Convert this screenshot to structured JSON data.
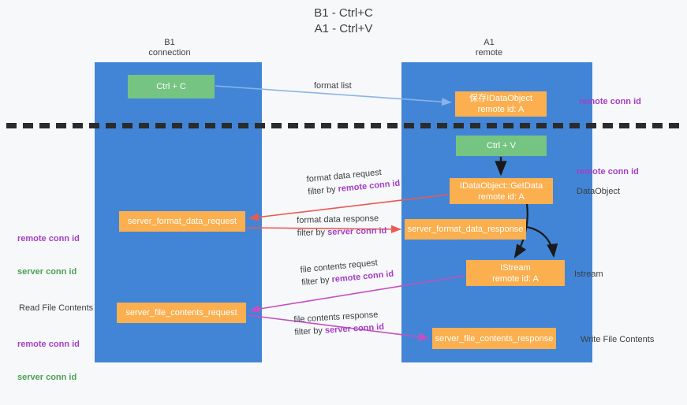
{
  "title": "B1 - Ctrl+C\nA1 - Ctrl+V",
  "columns": {
    "left": {
      "header": "B1\nconnection"
    },
    "right": {
      "header": "A1\nremote"
    }
  },
  "boxes": {
    "ctrl_c": {
      "line1": "Ctrl + C",
      "line2": "",
      "color": "#75c482"
    },
    "save_idataobject": {
      "line1": "保存IDataObject",
      "line2": "remote id: A",
      "color": "#fbaf4f"
    },
    "ctrl_v": {
      "line1": "Ctrl + V",
      "line2": "",
      "color": "#75c482"
    },
    "getdata": {
      "line1": "IDataObject::GetData",
      "line2": "remote id: A",
      "color": "#fbaf4f"
    },
    "server_format_data_request": {
      "line1": "server_format_data_request",
      "line2": "",
      "color": "#fbaf4f"
    },
    "server_format_data_response": {
      "line1": "server_format_data_response",
      "line2": "",
      "color": "#fbaf4f"
    },
    "istream": {
      "line1": "IStream",
      "line2": "remote id: A",
      "color": "#fbaf4f"
    },
    "server_file_contents_request": {
      "line1": "server_file_contents_request",
      "line2": "",
      "color": "#fbaf4f"
    },
    "server_file_contents_response": {
      "line1": "server_file_contents_response",
      "line2": "",
      "color": "#fbaf4f"
    }
  },
  "edge_labels": {
    "format_list": {
      "line1": "format list",
      "line2_prefix": "",
      "line2_id": ""
    },
    "format_data_request": {
      "line1": "format data request",
      "line2_prefix": "filter by ",
      "line2_id": "remote conn id"
    },
    "format_data_response": {
      "line1": "format data response",
      "line2_prefix": "filter by ",
      "line2_id": "server conn id"
    },
    "file_contents_request": {
      "line1": "file contents request",
      "line2_prefix": "filter by ",
      "line2_id": "remote conn id"
    },
    "file_contents_response": {
      "line1": "file contents response",
      "line2_prefix": "filter by ",
      "line2_id": "server conn id"
    }
  },
  "annotations": {
    "remote_conn_id_top": "remote conn id",
    "remote_conn_id_mid": "remote conn id",
    "dataobject": "DataObject",
    "istream": "Istream",
    "write_file_contents": "Write File Contents",
    "read_file_contents": "Read File Contents",
    "left_ids_top": {
      "remote": "remote conn id",
      "server": "server conn id"
    },
    "left_ids_bottom": {
      "remote": "remote conn id",
      "server": "server conn id"
    }
  },
  "colors": {
    "lane": "#4285d6",
    "green_box": "#75c482",
    "orange_box": "#fbaf4f",
    "purple_text": "#a53fc6",
    "green_text": "#4aa155",
    "arrow_blue": "#8ab4e8",
    "arrow_red": "#ea5a52",
    "arrow_magenta": "#c54fc0",
    "arrow_black": "#1a1a1a",
    "background": "#f7f8fa"
  }
}
